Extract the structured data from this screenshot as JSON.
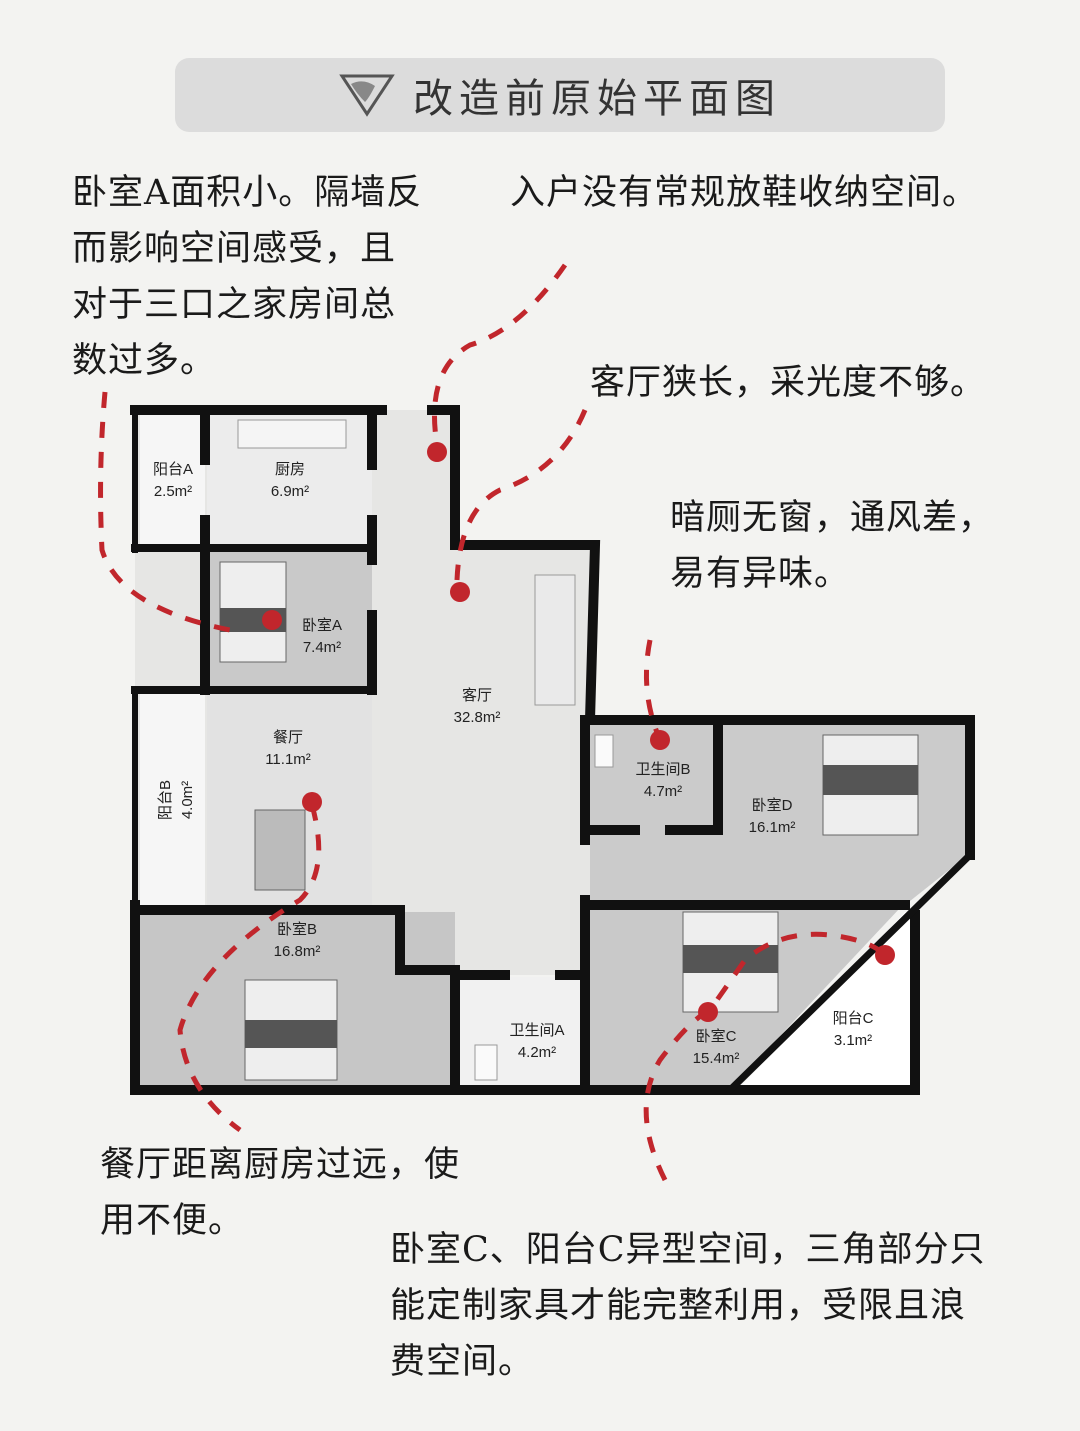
{
  "header": {
    "title": "改造前原始平面图",
    "icon": "triangle-logo-icon"
  },
  "notes": {
    "bedroom_a": [
      "卧室A面积小。隔墙反",
      "而影响空间感受，且",
      "对于三口之家房间总",
      "数过多。"
    ],
    "entrance": [
      "入户没有常规放鞋收纳空间。"
    ],
    "living": [
      "客厅狭长，采光度不够。"
    ],
    "bathroom": [
      "暗厕无窗，通风差，",
      "易有异味。"
    ],
    "dining": [
      "餐厅距离厨房过远，使",
      "用不便。"
    ],
    "bedroom_c": [
      "卧室C、阳台C异型空间，三角部分只",
      "能定制家具才能完整利用，受限且浪",
      "费空间。"
    ]
  },
  "rooms": [
    {
      "name": "阳台A",
      "area": "2.5m²"
    },
    {
      "name": "厨房",
      "area": "6.9m²"
    },
    {
      "name": "卧室A",
      "area": "7.4m²"
    },
    {
      "name": "客厅",
      "area": "32.8m²"
    },
    {
      "name": "餐厅",
      "area": "11.1m²"
    },
    {
      "name": "阳台B",
      "area": "4.0m²"
    },
    {
      "name": "卫生间B",
      "area": "4.7m²"
    },
    {
      "name": "卧室D",
      "area": "16.1m²"
    },
    {
      "name": "卧室B",
      "area": "16.8m²"
    },
    {
      "name": "卫生间A",
      "area": "4.2m²"
    },
    {
      "name": "卧室C",
      "area": "15.4m²"
    },
    {
      "name": "阳台C",
      "area": "3.1m²"
    }
  ],
  "colors": {
    "accent": "#c1262c",
    "wall": "#111111",
    "title_bg": "#dcdcdc",
    "paper": "#f3f3f1"
  }
}
